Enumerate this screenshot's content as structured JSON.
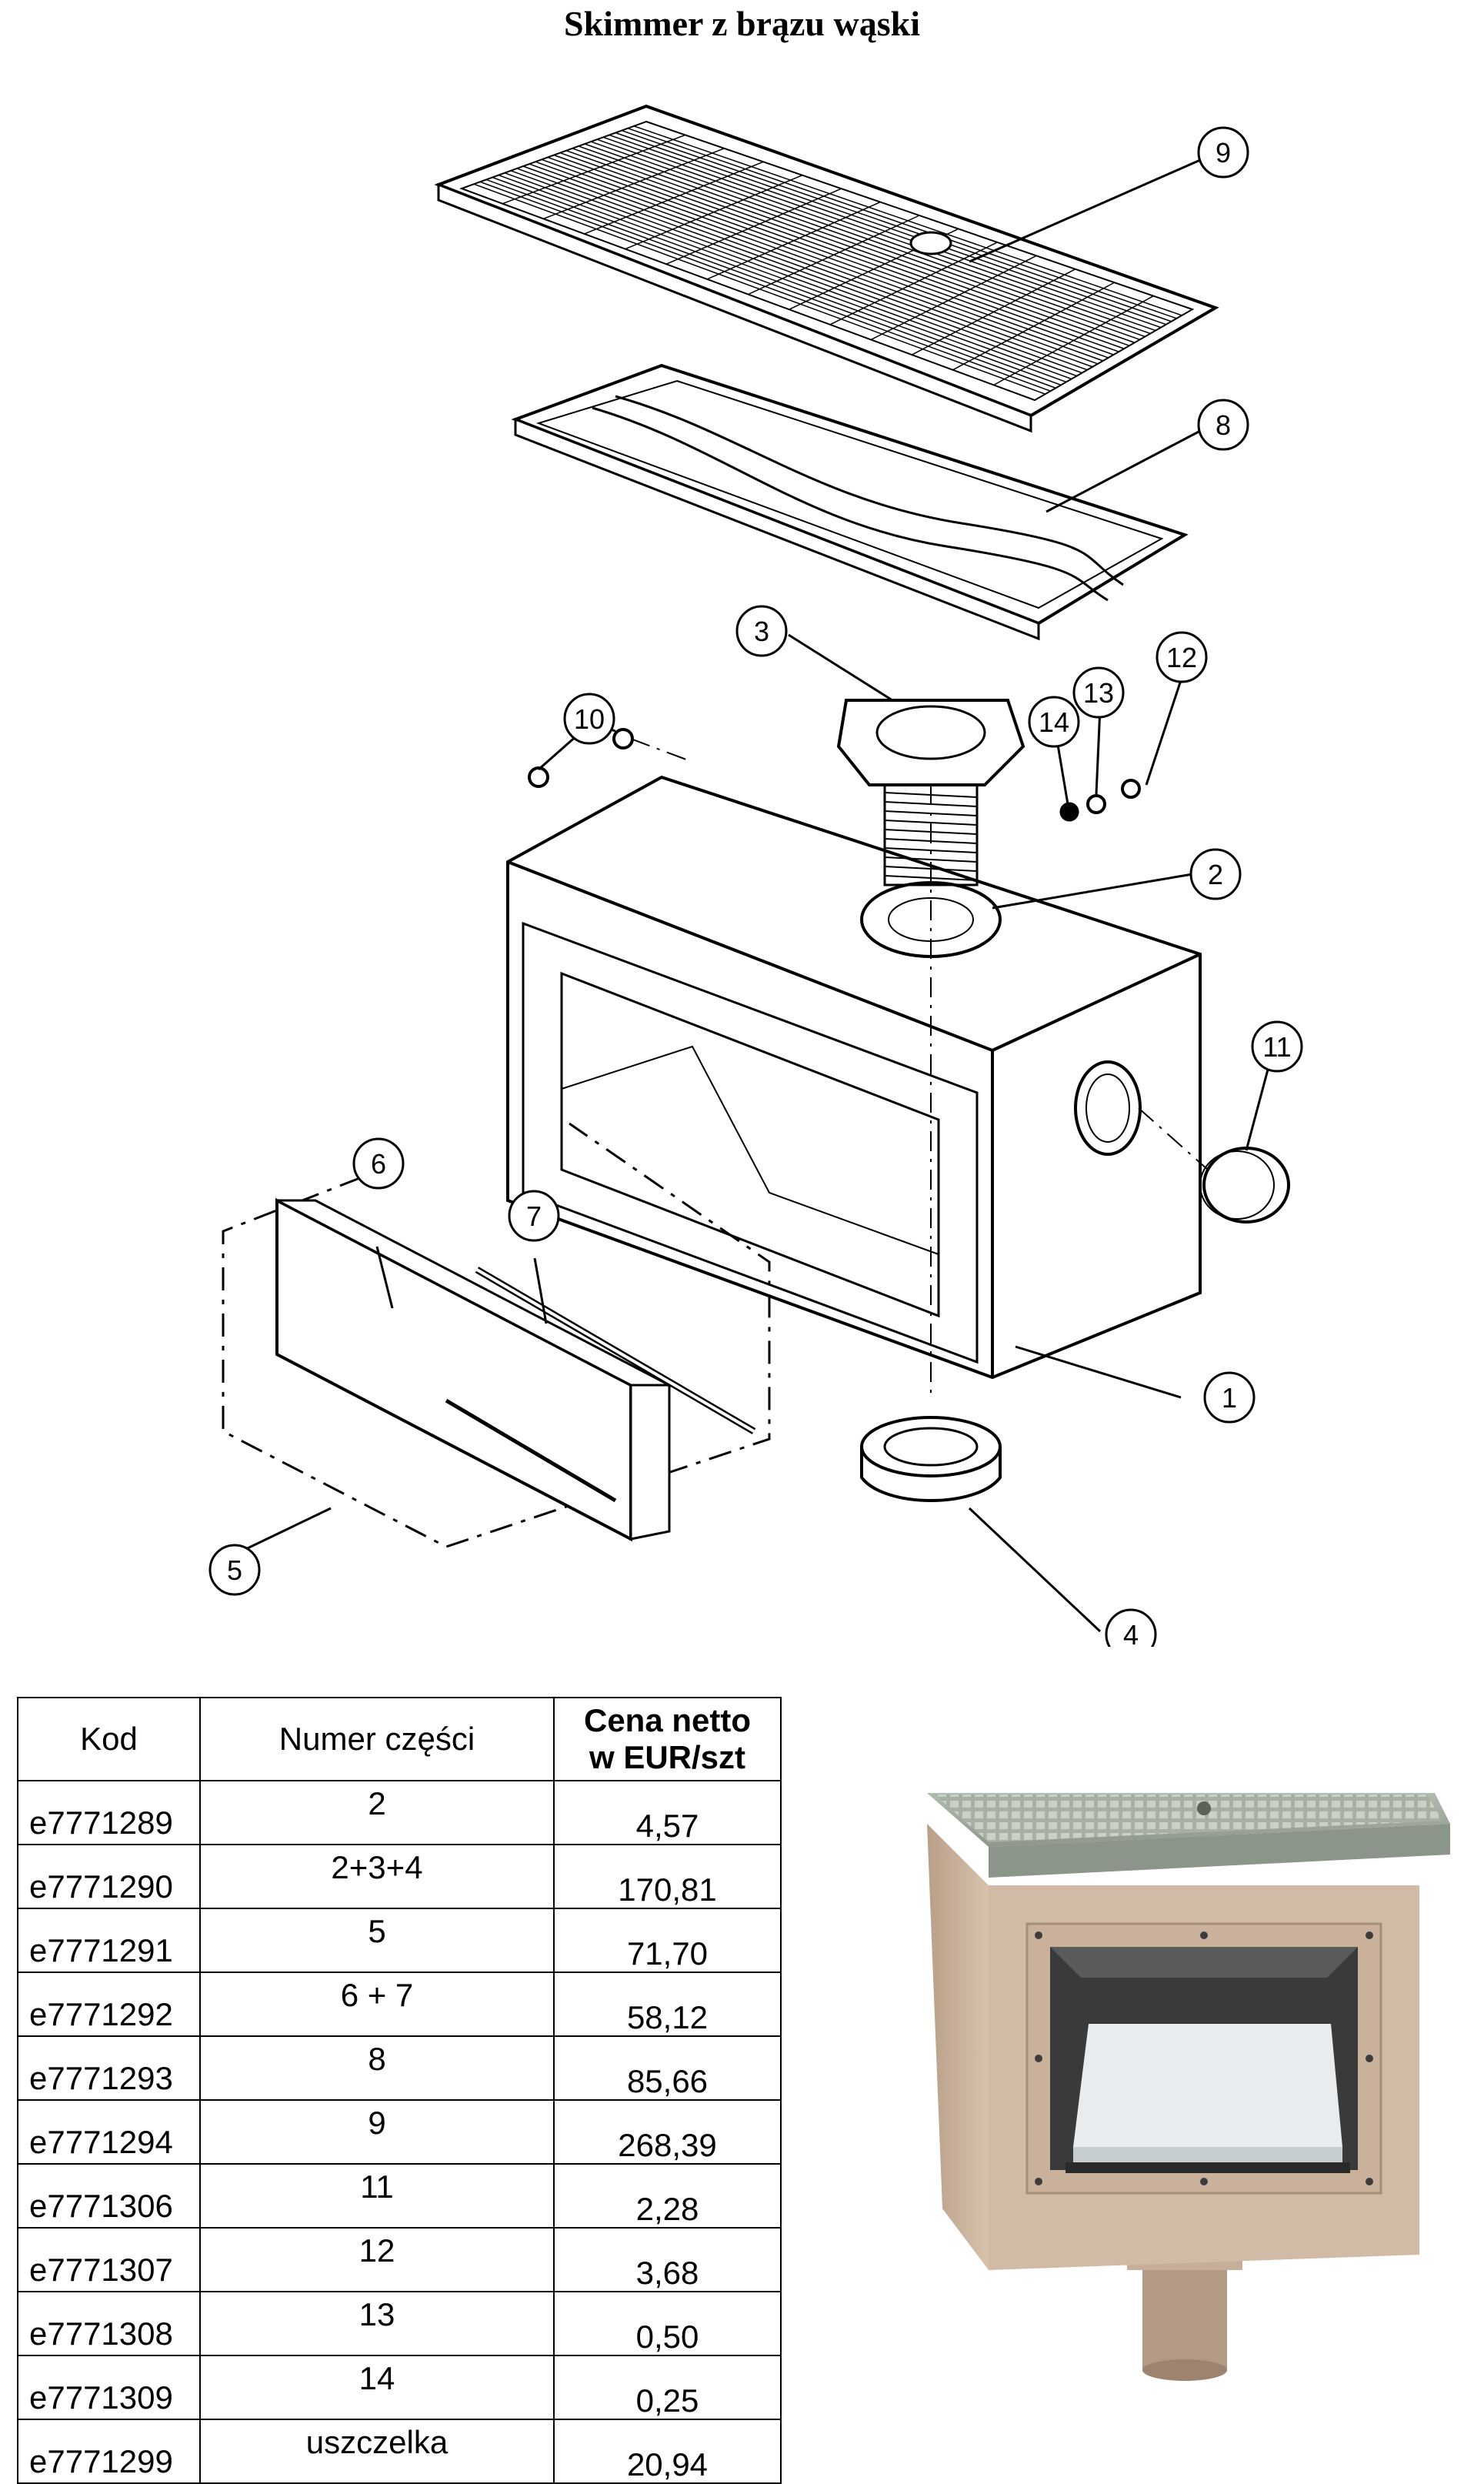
{
  "title": "Skimmer z brązu wąski",
  "diagram": {
    "callouts": [
      "1",
      "2",
      "3",
      "4",
      "5",
      "6",
      "7",
      "8",
      "9",
      "10",
      "11",
      "12",
      "13",
      "14"
    ]
  },
  "table": {
    "headers": {
      "code": "Kod",
      "part": "Numer części",
      "price_line1": "Cena netto",
      "price_line2": "w EUR/szt"
    },
    "rows": [
      {
        "code": "e7771289",
        "part": "2",
        "price": "4,57"
      },
      {
        "code": "e7771290",
        "part": "2+3+4",
        "price": "170,81"
      },
      {
        "code": "e7771291",
        "part": "5",
        "price": "71,70"
      },
      {
        "code": "e7771292",
        "part": "6 + 7",
        "price": "58,12"
      },
      {
        "code": "e7771293",
        "part": "8",
        "price": "85,66"
      },
      {
        "code": "e7771294",
        "part": "9",
        "price": "268,39"
      },
      {
        "code": "e7771306",
        "part": "11",
        "price": "2,28"
      },
      {
        "code": "e7771307",
        "part": "12",
        "price": "3,68"
      },
      {
        "code": "e7771308",
        "part": "13",
        "price": "0,50"
      },
      {
        "code": "e7771309",
        "part": "14",
        "price": "0,25"
      },
      {
        "code": "e7771299",
        "part": "uszczelka",
        "price": "20,94"
      }
    ]
  },
  "colors": {
    "body_tan": "#cdb49c",
    "lid_green": "#9fa99c",
    "flap_white": "#e8ecee"
  }
}
